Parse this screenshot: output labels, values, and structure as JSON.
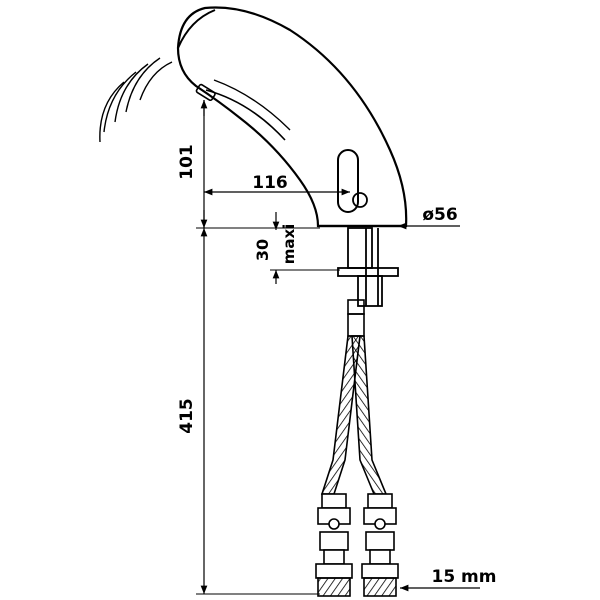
{
  "dimensions": {
    "spout_height": "101",
    "spout_reach": "116",
    "body_diameter": "ø56",
    "deck_thickness_value": "30",
    "deck_thickness_qualifier": "maxi",
    "shank_length": "415",
    "connector_size": "15 mm"
  },
  "colors": {
    "ink": "#000000",
    "paper": "#ffffff"
  }
}
